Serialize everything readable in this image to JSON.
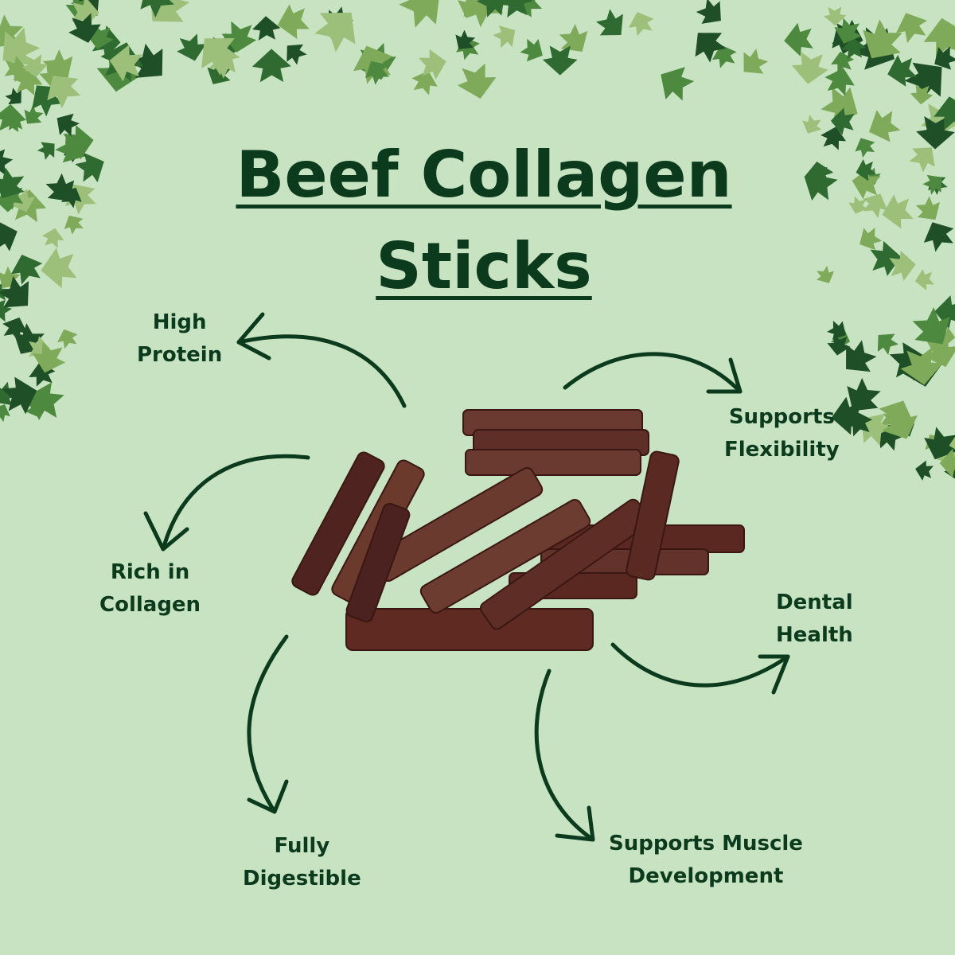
{
  "title": {
    "line1": "Beef Collagen",
    "line2": "Sticks"
  },
  "benefits": [
    {
      "line1": "High",
      "line2": "Protein"
    },
    {
      "line1": "Supports",
      "line2": "Flexibility"
    },
    {
      "line1": "Rich in",
      "line2": "Collagen"
    },
    {
      "line1": "Dental",
      "line2": "Health"
    },
    {
      "line1": "Fully",
      "line2": "Digestible"
    },
    {
      "line1": "Supports Muscle",
      "line2": "Development"
    }
  ],
  "colors": {
    "background": "#c7e3c2",
    "text": "#0b3b1c",
    "arrow": "#0b3b1c",
    "stick": "#5a2a22",
    "ivy": "#3f7a3a"
  }
}
